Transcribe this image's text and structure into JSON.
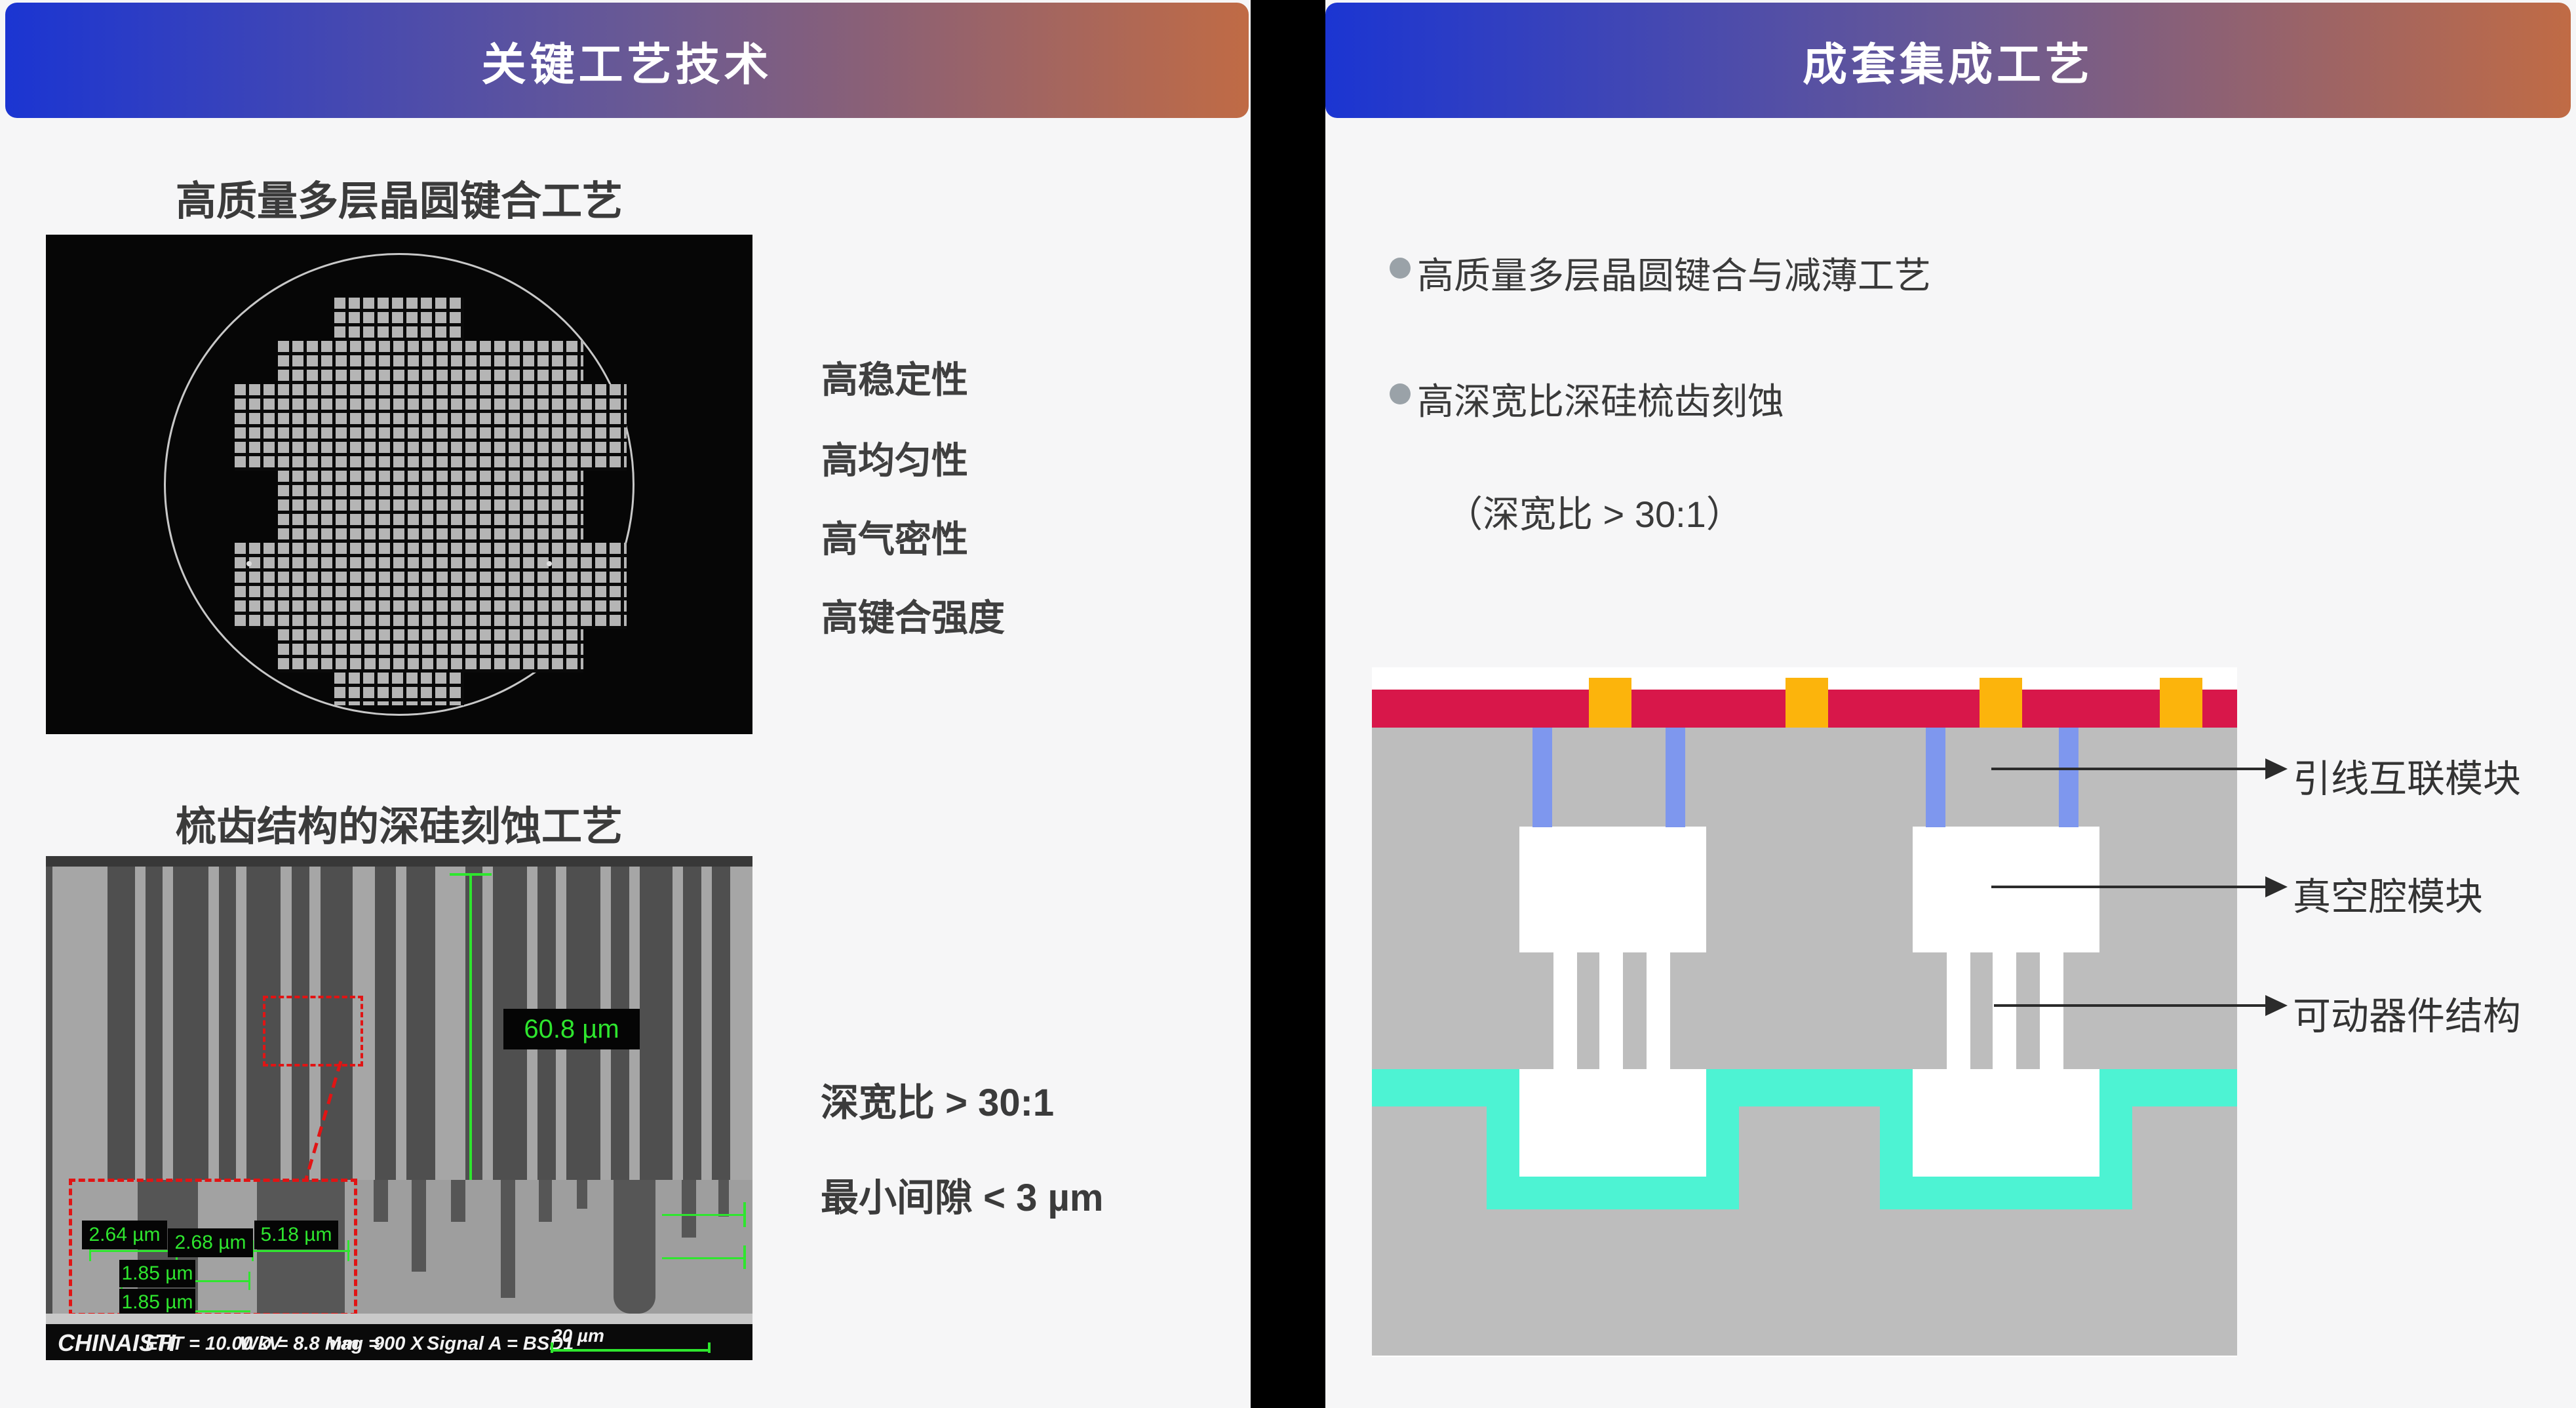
{
  "left_panel": {
    "header": {
      "title": "关键工艺技术"
    },
    "bonding": {
      "title": "高质量多层晶圆键合工艺",
      "features": [
        "高稳定性",
        "高均匀性",
        "高气密性",
        "高键合强度"
      ]
    },
    "etching": {
      "title": "梳齿结构的深硅刻蚀工艺",
      "specs": [
        "深宽比 > 30:1",
        "最小间隙 < 3 µm"
      ]
    },
    "sem": {
      "depth_label": "60.8 µm",
      "gap_labels": [
        "2.64 µm",
        "2.68 µm",
        "5.18 µm",
        "1.85 µm",
        "1.85 µm"
      ],
      "footer": {
        "brand": "CHINAISTI",
        "eht": "EHT = 10.00 kV",
        "wd": "WD = 8.8 mm",
        "mag_label": "Mag =",
        "mag_value": "900 X",
        "signal": "Signal A = BSD1",
        "scale_label": "20 µm"
      }
    }
  },
  "right_panel": {
    "header": {
      "title": "成套集成工艺"
    },
    "bullets": [
      "高质量多层晶圆键合与减薄工艺",
      "高深宽比深硅梳齿刻蚀"
    ],
    "note": "（深宽比 > 30:1）",
    "labels": [
      "引线互联模块",
      "真空腔模块",
      "可动器件结构"
    ]
  },
  "colors": {
    "header_gradient_start": "#1b35d2",
    "header_gradient_mid": "#6b5a93",
    "header_gradient_end": "#c06b45",
    "red_layer": "#d8174a",
    "pad_yellow": "#fcb40c",
    "interconnect_blue": "#7e97ee",
    "cavity_teal": "#4df3d3",
    "body_gray": "#bdbdbd",
    "sem_annotation_green": "#2ee62e",
    "marker_red": "#e11414",
    "divider_black": "#000000"
  }
}
